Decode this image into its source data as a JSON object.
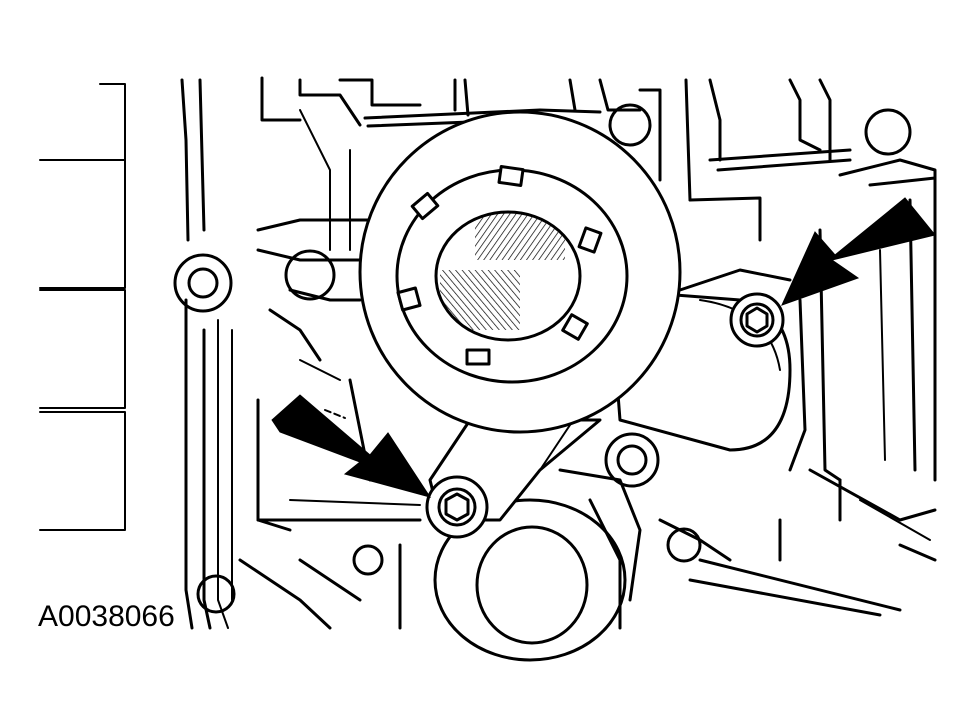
{
  "figure_id": "A0038066",
  "callouts": [
    {
      "name": "arrow-upper-right",
      "points_to": "tensioner-bolt-upper"
    },
    {
      "name": "arrow-lower-left",
      "points_to": "tensioner-bolt-lower"
    }
  ]
}
